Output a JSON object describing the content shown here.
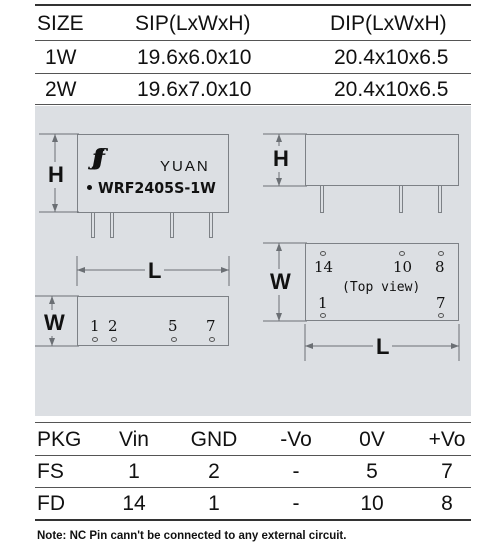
{
  "size_table": {
    "headers": [
      "SIZE",
      "SIP(LxWxH)",
      "DIP(LxWxH)"
    ],
    "rows": [
      [
        "1W",
        "19.6x6.0x10",
        "20.4x10x6.5"
      ],
      [
        "2W",
        "19.6x7.0x10",
        "20.4x10x6.5"
      ]
    ]
  },
  "sip_drawing": {
    "brand": "YUAN",
    "model": "WRF2405S-1W",
    "dim_h": "H",
    "dim_l": "L",
    "dim_w": "W",
    "pins": [
      "1",
      "2",
      "5",
      "7"
    ]
  },
  "dip_drawing": {
    "dim_h": "H",
    "dim_w": "W",
    "dim_l": "L",
    "view_label": "(Top view)",
    "pins_top": [
      "14",
      "10",
      "8"
    ],
    "pins_bottom": [
      "1",
      "7"
    ]
  },
  "pin_table": {
    "headers": [
      "PKG",
      "Vin",
      "GND",
      "-Vo",
      "0V",
      "+Vo"
    ],
    "rows": [
      [
        "FS",
        "1",
        "2",
        "-",
        "5",
        "7"
      ],
      [
        "FD",
        "14",
        "1",
        "-",
        "10",
        "8"
      ]
    ]
  },
  "note": "Note: NC Pin cann't be connected to any external circuit."
}
